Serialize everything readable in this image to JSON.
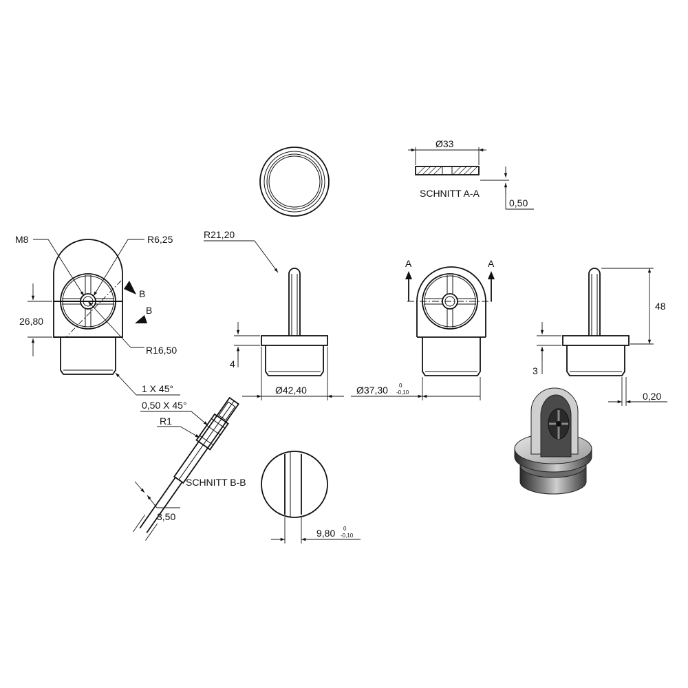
{
  "dimensions": {
    "dia_33": "Ø33",
    "dim_0_50": "0,50",
    "section_a": "SCHNITT A-A",
    "thread_m8": "M8",
    "radius_6_25": "R6,25",
    "radius_21_20": "R21,20",
    "height_26_80": "26,80",
    "radius_16_50": "R16,50",
    "height_4": "4",
    "dia_42_40": "Ø42,40",
    "dia_37_30": "Ø37,30",
    "tol_37_30_upper": "0",
    "tol_37_30_lower": "-0,10",
    "height_48": "48",
    "height_3": "3",
    "dim_0_20": "0,20",
    "chamfer_1x45": "1 X 45°",
    "chamfer_0_50x45": "0,50 X 45°",
    "radius_1": "R1",
    "section_b": "SCHNITT B-B",
    "dim_3_50": "3,50",
    "width_9_80": "9,80",
    "tol_9_80_upper": "0",
    "tol_9_80_lower": "-0,10",
    "cut_a_left": "A",
    "cut_a_right": "A",
    "cut_b_upper": "B",
    "cut_b_lower": "B"
  },
  "colors": {
    "line": "#111111",
    "background": "#ffffff",
    "shade_light": "#d8d8d8",
    "shade_dark": "#3a3a3a"
  }
}
